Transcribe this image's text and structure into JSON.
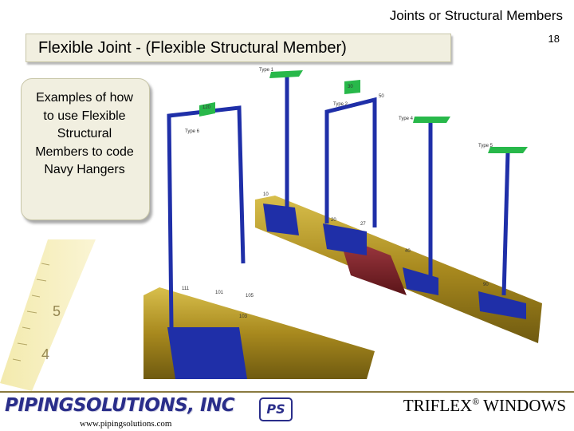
{
  "header": {
    "title": "Joints or Structural Members"
  },
  "slide": {
    "title": "Flexible Joint - (Flexible Structural Member)",
    "page_number": "18",
    "callout": "Examples of how to use Flexible Structural Members to code Navy Hangers"
  },
  "model_labels": {
    "type1": "Type 1",
    "type2": "Type 2",
    "type4": "Type 4",
    "type5": "Type 5",
    "type6": "Type 6",
    "n120": "120",
    "n10": "10",
    "n30": "30",
    "n20": "20",
    "n40": "40",
    "n90": "90",
    "n101": "101",
    "n105": "105",
    "n103": "103",
    "n111": "111",
    "n27": "27",
    "n50": "50"
  },
  "footer": {
    "brand": "PIPINGSOLUTIONS, INC",
    "website": "www.pipingsolutions.com",
    "ps_logo_text": "PS",
    "product": "TRIFLEX",
    "product_mark": "®",
    "product_suffix": " WINDOWS"
  },
  "colors": {
    "pipe": "#b89a2a",
    "pipe_shadow": "#6f5a10",
    "hanger": "#1f2fa8",
    "flex_joint": "#7a1f25",
    "support_plate": "#28b84a",
    "title_box": "#f1efe0"
  }
}
